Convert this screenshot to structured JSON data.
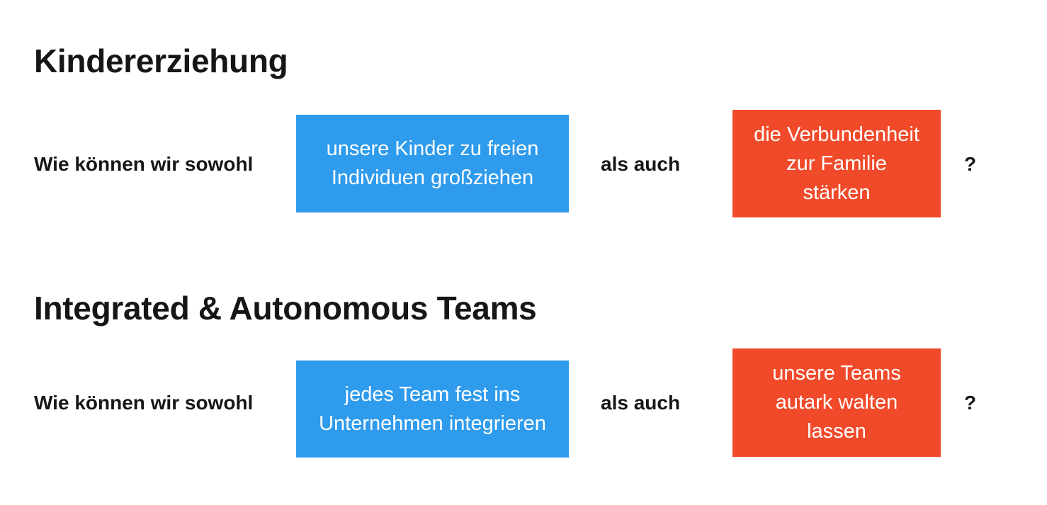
{
  "colors": {
    "blue": "#2f9bec",
    "red": "#f14a2a",
    "text": "#161616"
  },
  "sections": [
    {
      "title": "Kindererziehung",
      "prompt": "Wie können wir sowohl",
      "first_goal": "unsere Kinder zu freien\nIndividuen großziehen",
      "connector": "als auch",
      "second_goal": "die Verbundenheit\nzur Familie\nstärken",
      "end": "?"
    },
    {
      "title": "Integrated & Autonomous Teams",
      "prompt": "Wie können wir sowohl",
      "first_goal": "jedes Team fest ins\nUnternehmen integrieren",
      "connector": "als auch",
      "second_goal": "unsere Teams\nautark walten\nlassen",
      "end": "?"
    }
  ]
}
